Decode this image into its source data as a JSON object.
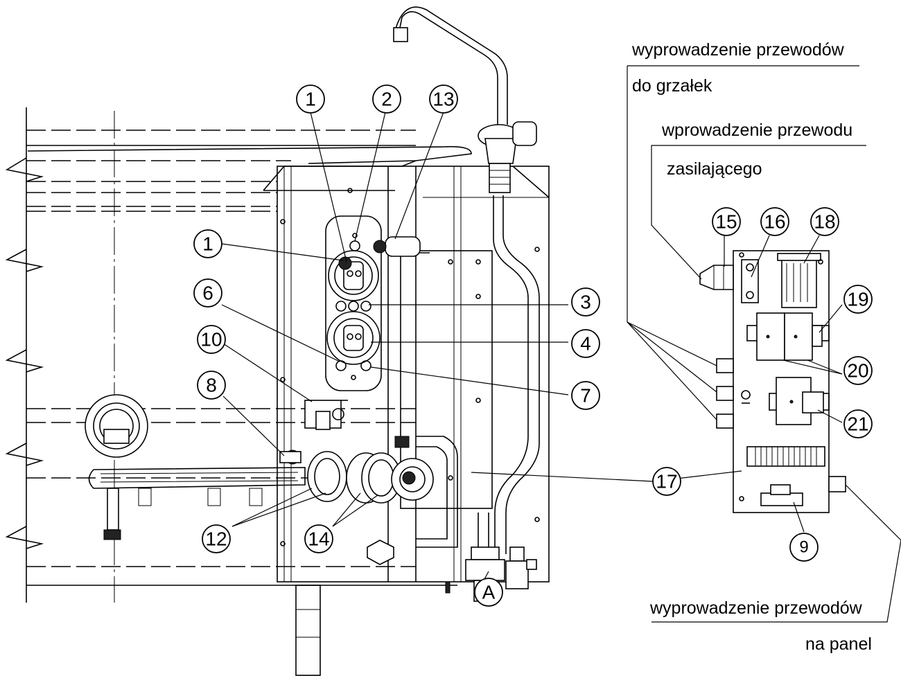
{
  "callouts": {
    "c1_top": "1",
    "c2": "2",
    "c13": "13",
    "c1_mid": "1",
    "c6": "6",
    "c10": "10",
    "c8": "8",
    "c3": "3",
    "c4": "4",
    "c7": "7",
    "c12": "12",
    "c14": "14",
    "c15": "15",
    "c16": "16",
    "c18": "18",
    "c19": "19",
    "c20": "20",
    "c21": "21",
    "c17": "17",
    "c9": "9",
    "cA": "A"
  },
  "notes": {
    "heater_wires_line1": "wyprowadzenie przewodów",
    "heater_wires_line2": "do grzałek",
    "supply_wire_line1": "wprowadzenie przewodu",
    "supply_wire_line2": "zasilającego",
    "panel_wires_line1": "wyprowadzenie przewodów",
    "panel_wires_line2": "na panel"
  }
}
